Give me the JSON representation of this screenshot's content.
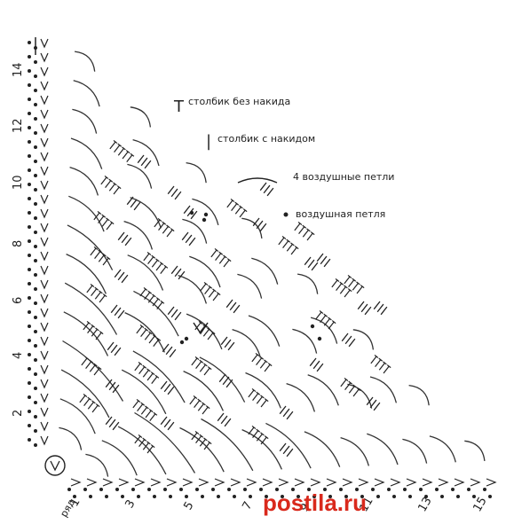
{
  "legend": {
    "dc_symbol": "Т",
    "dc_text": "столбик без накида",
    "tr_symbol": "|",
    "tr_text": "столбик с накидом",
    "chain4_text": "4 воздушные петли",
    "chain_text": "воздушная петля"
  },
  "left_rows": [
    "2",
    "4",
    "6",
    "8",
    "10",
    "12",
    "14"
  ],
  "bottom_rows": [
    "1",
    "3",
    "5",
    "7",
    "9",
    "11",
    "13",
    "15"
  ],
  "rows_word": "ряд",
  "watermark": {
    "brand": "postila.ru",
    "brand_color": "#d9291c"
  }
}
